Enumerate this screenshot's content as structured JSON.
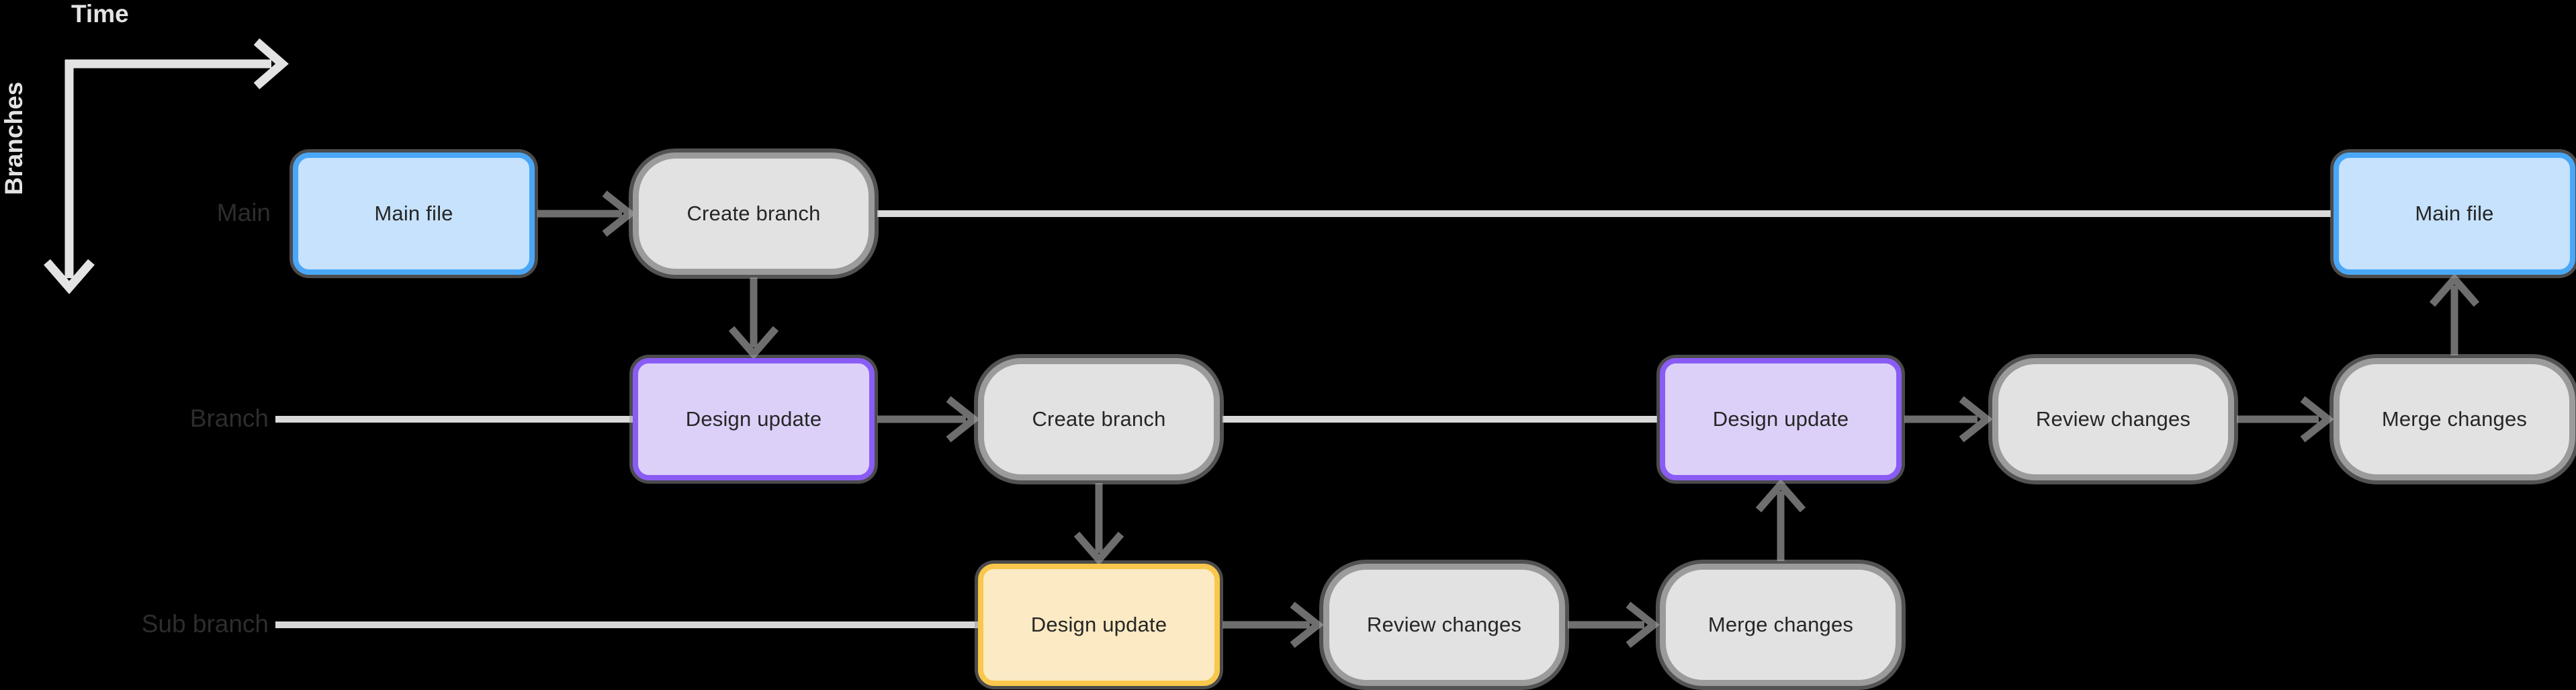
{
  "axes": {
    "time": "Time",
    "branches": "Branches"
  },
  "lanes": {
    "main": "Main",
    "branch": "Branch",
    "sub": "Sub branch"
  },
  "nodes": {
    "main_file_1": "Main file",
    "create_branch_main": "Create branch",
    "design_update_branch_1": "Design update",
    "create_branch_branch": "Create branch",
    "design_update_sub": "Design update",
    "review_changes_sub": "Review changes",
    "merge_changes_sub": "Merge changes",
    "design_update_branch_2": "Design update",
    "review_changes_branch": "Review changes",
    "merge_changes_branch": "Merge changes",
    "main_file_2": "Main file"
  },
  "colors": {
    "background": "#000000",
    "axis": "#E3E3E3",
    "lane_line": "#D9D9D9",
    "arrow": "#6E6E6E",
    "lane_label_text": "#2D2D2D",
    "node_text": "#262626",
    "blue_border": "#4AA7F8",
    "blue_fill": "#C6E2FC",
    "purple_border": "#8A5CF6",
    "purple_fill": "#DCD0F8",
    "yellow_border": "#F8C74B",
    "yellow_fill": "#FBEAC3",
    "gray_border": "#9B9B9B",
    "gray_fill": "#E2E2E2"
  }
}
